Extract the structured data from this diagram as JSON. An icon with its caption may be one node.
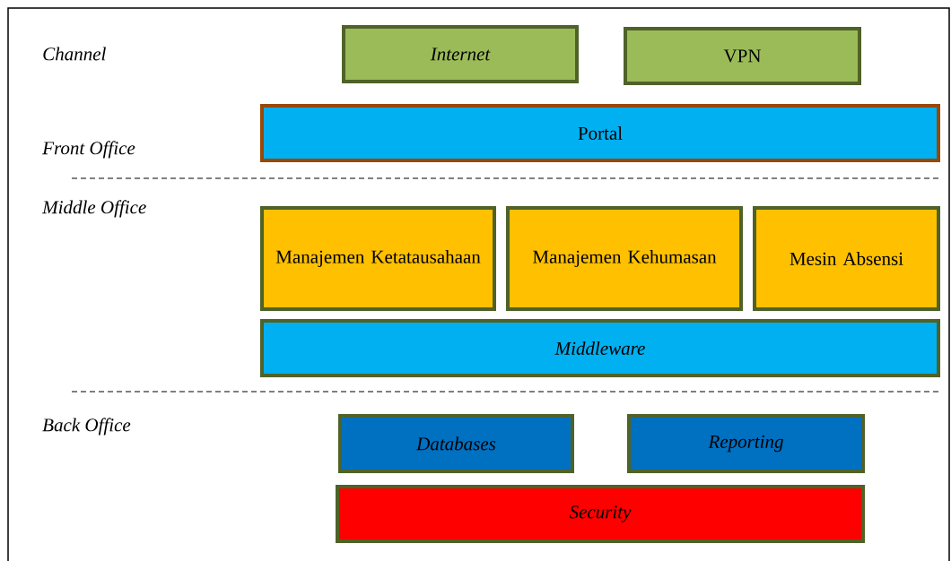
{
  "diagram": {
    "nodes": [
      {
        "text": [
          "Internet"
        ]
      },
      {
        "text": [
          "VPN"
        ]
      },
      {
        "text": [
          "Portal"
        ]
      },
      {
        "text": [
          "Manajemen Ketatausahaan"
        ]
      },
      {
        "text": [
          "Manajemen Kehumasan"
        ]
      },
      {
        "text": [
          "Mesin Absensi"
        ]
      },
      {
        "text": [
          "Middleware"
        ]
      },
      {
        "text": [
          "Databases"
        ]
      },
      {
        "text": [
          "Reporting"
        ]
      },
      {
        "text": [
          "Security"
        ]
      }
    ],
    "labels": [
      "Channel",
      "Front Office",
      "Middle Office",
      "Back Office"
    ]
  }
}
